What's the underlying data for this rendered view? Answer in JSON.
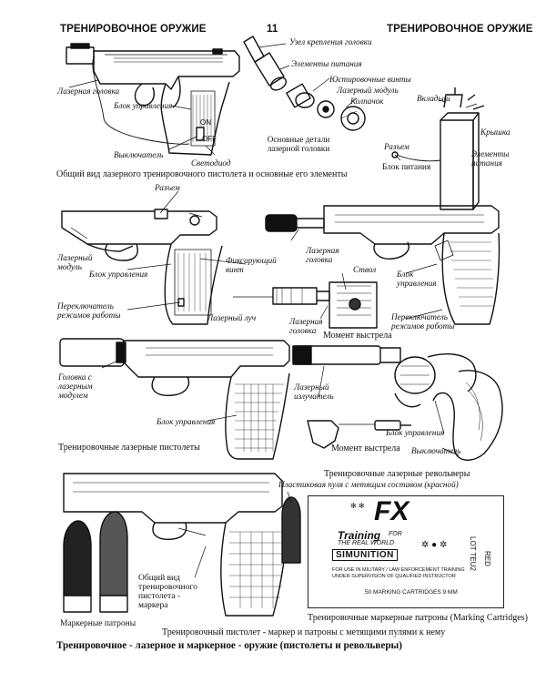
{
  "header": {
    "left": "ТРЕНИРОВОЧНОЕ ОРУЖИЕ",
    "page_number": "11",
    "right": "ТРЕНИРОВОЧНОЕ ОРУЖИЕ"
  },
  "section1": {
    "laser_head": "Лазерная головка",
    "control_unit": "Блок управления",
    "on": "ON",
    "off": "OFF",
    "switch": "Выключатель",
    "led": "Светодиод",
    "mount": "Узел крепления головки",
    "power_elements": "Элементы питания",
    "adjust_screws": "Юстировочные винты",
    "laser_module": "Лазерный модуль",
    "cap": "Колпачок",
    "main_parts": "Основные детали лазерной головки",
    "inserts": "Вкладыш",
    "lid": "Крышка",
    "connector": "Разъем",
    "power_elements2": "Элементы питания",
    "power_unit": "Блок питания",
    "caption": "Общий вид лазерного тренировочного пистолета и основные его элементы"
  },
  "section2": {
    "connector": "Разъем",
    "laser_module": "Лазерный модуль",
    "control_unit": "Блок управления",
    "fix_screw": "Фиксирующий винт",
    "mode_switch": "Переключатель режимов работы",
    "laser_beam": "Лазерный луч",
    "laser_head": "Лазерная головка",
    "barrel": "Ствол",
    "laser_head2": "Лазерная головка",
    "control_unit2": "Блок управления",
    "mode_switch2": "Переключатель режимов работы",
    "shot_moment": "Момент выстрела"
  },
  "section3": {
    "head_with_module": "Головка с лазерным модулем",
    "control_unit": "Блок управления",
    "laser_emitter": "Лазерный излучатель",
    "control_unit2": "Блок управления",
    "switch": "Выключатель",
    "shot_moment": "Момент выстрела",
    "caption_pistols": "Тренировочные лазерные пистолеты",
    "caption_revolvers": "Тренировочные лазерные револьверы"
  },
  "section4": {
    "plastic_bullet": "Пластиковая пуля с метящим составом (красной)",
    "general_view": "Общий вид тренировочного пистолета - маркера",
    "marker_cartridges": "Маркерные патроны",
    "box_caption": "Тренировочные маркерные патроны (Marking Cartridges)",
    "box_logo": "FX",
    "box_tagline1": "Training",
    "box_tagline2": "FOR",
    "box_tagline3": "THE REAL WORLD",
    "box_brand": "SIMUNITION",
    "box_use1": "FOR USE IN MILITARY / LAW ENFORCEMENT TRAINING",
    "box_use2": "UNDER SUPERVISION OF QUALIFIED INSTRUCTOR",
    "box_count": "50 MARKING CARTRIDGES 9 MM",
    "box_lot": "LOT TEU2",
    "box_red": "RED",
    "caption": "Тренировочный пистолет - маркер и патроны с метящими пулями к нему"
  },
  "footer_title": "Тренировочное - лазерное и маркерное - оружие (пистолеты и револьверы)"
}
